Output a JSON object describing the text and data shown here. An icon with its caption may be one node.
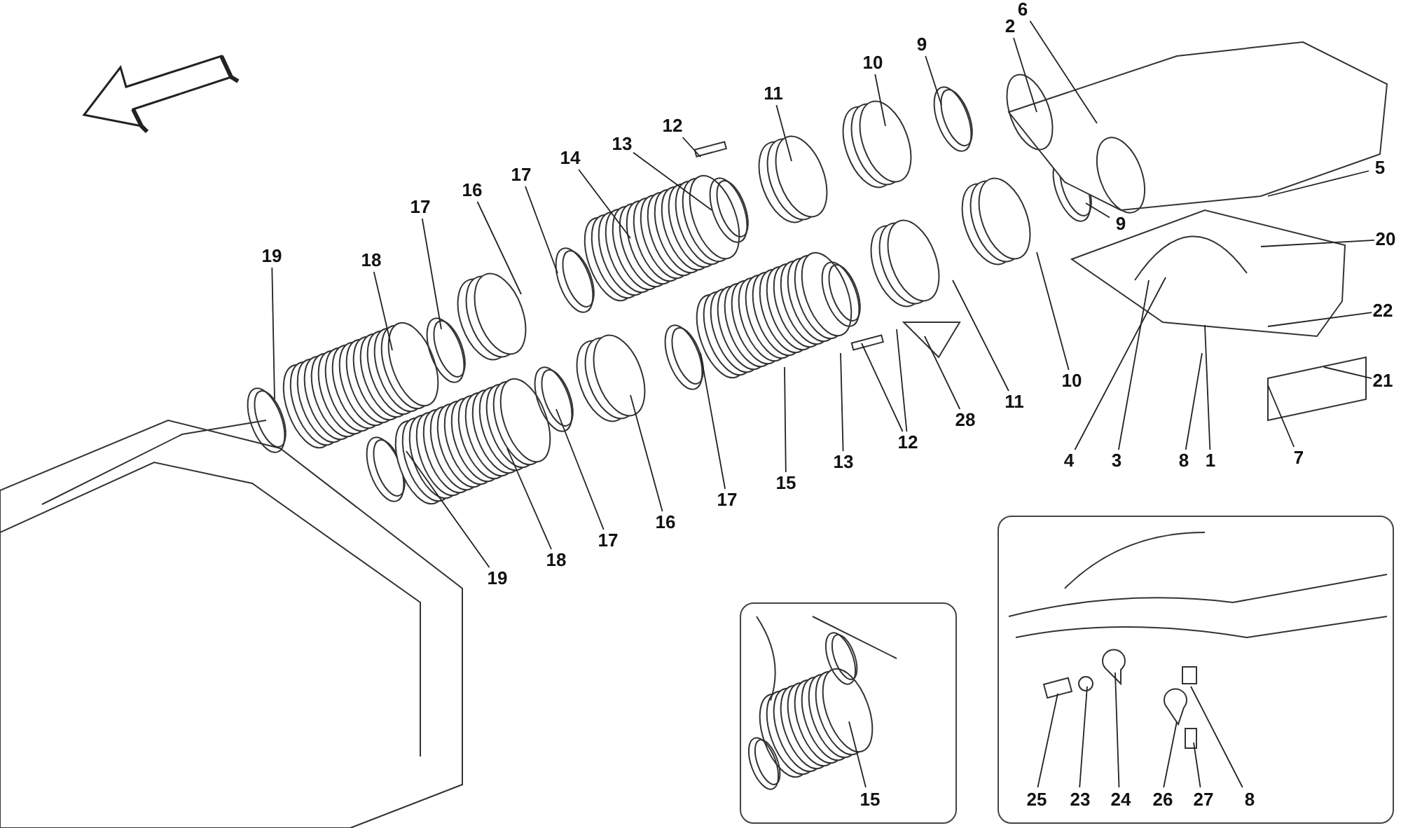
{
  "diagram": {
    "nodes": [
      {
        "text": [
          "19"
        ]
      },
      {
        "text": [
          "18"
        ]
      },
      {
        "text": [
          "17"
        ]
      },
      {
        "text": [
          "16"
        ]
      },
      {
        "text": [
          "17"
        ]
      },
      {
        "text": [
          "14"
        ]
      },
      {
        "text": [
          "13"
        ]
      },
      {
        "text": [
          "12"
        ]
      },
      {
        "text": [
          "11"
        ]
      },
      {
        "text": [
          "10"
        ]
      },
      {
        "text": [
          "9"
        ]
      },
      {
        "text": [
          "2"
        ]
      },
      {
        "text": [
          "6"
        ]
      },
      {
        "text": [
          "5"
        ]
      },
      {
        "text": [
          "20"
        ]
      },
      {
        "text": [
          "22"
        ]
      },
      {
        "text": [
          "21"
        ]
      },
      {
        "text": [
          "7"
        ]
      },
      {
        "text": [
          "1"
        ]
      },
      {
        "text": [
          "8"
        ]
      },
      {
        "text": [
          "3"
        ]
      },
      {
        "text": [
          "4"
        ]
      },
      {
        "text": [
          "10"
        ]
      },
      {
        "text": [
          "11"
        ]
      },
      {
        "text": [
          "28"
        ]
      },
      {
        "text": [
          "12"
        ]
      },
      {
        "text": [
          "13"
        ]
      },
      {
        "text": [
          "15"
        ]
      },
      {
        "text": [
          "17"
        ]
      },
      {
        "text": [
          "16"
        ]
      },
      {
        "text": [
          "17"
        ]
      },
      {
        "text": [
          "18"
        ]
      },
      {
        "text": [
          "19"
        ]
      },
      {
        "text": [
          "9"
        ]
      },
      {
        "text": [],
        "shape": "box"
      },
      {
        "text": [
          "15"
        ],
        "in": 34
      },
      {
        "text": [],
        "shape": "box"
      },
      {
        "text": [
          "25"
        ],
        "in": 36
      },
      {
        "text": [
          "23"
        ],
        "in": 36
      },
      {
        "text": [
          "24"
        ],
        "in": 36
      },
      {
        "text": [
          "26"
        ],
        "in": 36
      },
      {
        "text": [
          "27"
        ],
        "in": 36
      },
      {
        "text": [
          "8"
        ],
        "in": 36
      }
    ],
    "edges": [
      {
        "from": 0,
        "to": null,
        "arrow": "none"
      },
      {
        "from": 1,
        "to": null,
        "arrow": "none"
      },
      {
        "from": 2,
        "to": null,
        "arrow": "none"
      },
      {
        "from": 3,
        "to": null,
        "arrow": "none"
      },
      {
        "from": 4,
        "to": null,
        "arrow": "none"
      },
      {
        "from": 5,
        "to": null,
        "arrow": "none"
      },
      {
        "from": 6,
        "to": null,
        "arrow": "none"
      },
      {
        "from": 7,
        "to": null,
        "arrow": "none"
      },
      {
        "from": 8,
        "to": null,
        "arrow": "none"
      },
      {
        "from": 9,
        "to": null,
        "arrow": "none"
      },
      {
        "from": 10,
        "to": null,
        "arrow": "none"
      },
      {
        "from": 11,
        "to": null,
        "arrow": "none"
      },
      {
        "from": 12,
        "to": null,
        "arrow": "none"
      },
      {
        "from": 13,
        "to": null,
        "arrow": "none"
      },
      {
        "from": 14,
        "to": null,
        "arrow": "none"
      },
      {
        "from": 15,
        "to": null,
        "arrow": "none"
      },
      {
        "from": 16,
        "to": null,
        "arrow": "none"
      },
      {
        "from": 17,
        "to": null,
        "arrow": "none"
      },
      {
        "from": 18,
        "to": null,
        "arrow": "none"
      },
      {
        "from": 19,
        "to": null,
        "arrow": "none"
      },
      {
        "from": 20,
        "to": null,
        "arrow": "none"
      },
      {
        "from": 21,
        "to": null,
        "arrow": "none"
      },
      {
        "from": 22,
        "to": null,
        "arrow": "none"
      },
      {
        "from": 23,
        "to": null,
        "arrow": "none"
      },
      {
        "from": 24,
        "to": null,
        "arrow": "none"
      },
      {
        "from": 25,
        "to": null,
        "arrow": "none"
      },
      {
        "from": 25,
        "to": null,
        "arrow": "none"
      },
      {
        "from": 26,
        "to": null,
        "arrow": "none"
      },
      {
        "from": 27,
        "to": null,
        "arrow": "none"
      },
      {
        "from": 28,
        "to": null,
        "arrow": "none"
      },
      {
        "from": 29,
        "to": null,
        "arrow": "none"
      },
      {
        "from": 30,
        "to": null,
        "arrow": "none"
      },
      {
        "from": 31,
        "to": null,
        "arrow": "none"
      },
      {
        "from": 32,
        "to": null,
        "arrow": "none"
      },
      {
        "from": 33,
        "to": null,
        "arrow": "none"
      },
      {
        "from": 35,
        "to": null,
        "arrow": "none"
      },
      {
        "from": 37,
        "to": null,
        "arrow": "none"
      },
      {
        "from": 38,
        "to": null,
        "arrow": "none"
      },
      {
        "from": 39,
        "to": null,
        "arrow": "none"
      },
      {
        "from": 40,
        "to": null,
        "arrow": "none"
      },
      {
        "from": 41,
        "to": null,
        "arrow": "none"
      },
      {
        "from": 42,
        "to": null,
        "arrow": "none"
      }
    ]
  }
}
